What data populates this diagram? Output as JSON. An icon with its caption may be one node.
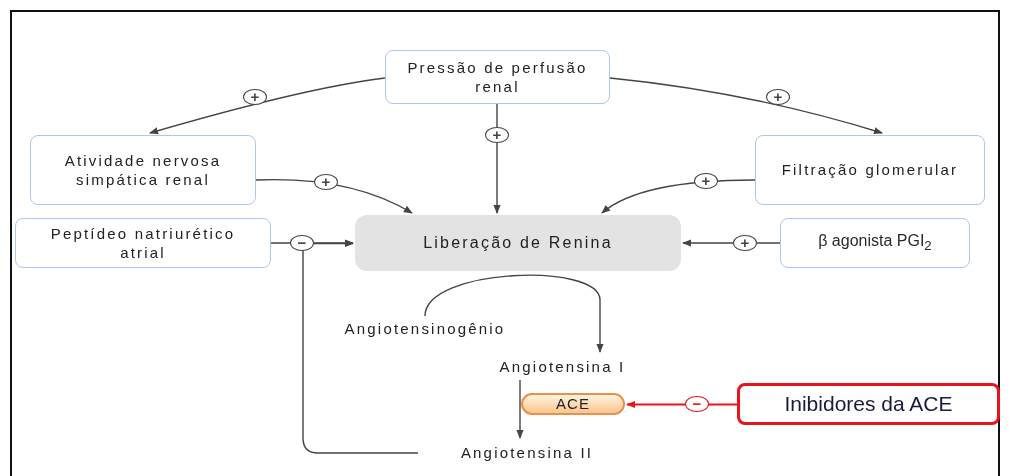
{
  "diagram": {
    "nodes": [
      {
        "text": [
          "Pressão de perfusão renal"
        ]
      },
      {
        "text": [
          "Atividade nervosa simpática renal"
        ]
      },
      {
        "text": [
          "Filtração glomerular"
        ]
      },
      {
        "text": [
          "Peptídeo natriurético atrial"
        ]
      },
      {
        "text": [
          "Liberação de Renina"
        ]
      },
      {
        "text": [
          "β agonista PGI$_{2}$"
        ]
      },
      {
        "text": [
          "Angiotensinogênio"
        ]
      },
      {
        "text": [
          "Angiotensina I"
        ]
      },
      {
        "text": [
          "ACE"
        ]
      },
      {
        "text": [
          "Inibidores da ACE"
        ]
      },
      {
        "text": [
          "Angiotensina II"
        ]
      }
    ],
    "edges": [
      {
        "from": 0,
        "to": 1,
        "arrow": "to",
        "label": "+"
      },
      {
        "from": 0,
        "to": 2,
        "arrow": "to",
        "label": "+"
      },
      {
        "from": 0,
        "to": 4,
        "arrow": "to",
        "label": "+"
      },
      {
        "from": 1,
        "to": 4,
        "arrow": "to",
        "label": "+"
      },
      {
        "from": 2,
        "to": 4,
        "arrow": "to",
        "label": "+"
      },
      {
        "from": 3,
        "to": 4,
        "arrow": "to",
        "label": "−"
      },
      {
        "from": 5,
        "to": 4,
        "arrow": "to",
        "label": "+"
      },
      {
        "from": 6,
        "to": 7,
        "arrow": "to"
      },
      {
        "from": 7,
        "to": 10,
        "arrow": "to"
      },
      {
        "from": 9,
        "to": 8,
        "arrow": "to",
        "label": "−",
        "color": "#e8141c"
      },
      {
        "from": 10,
        "to": 4,
        "arrow": "to"
      }
    ]
  }
}
